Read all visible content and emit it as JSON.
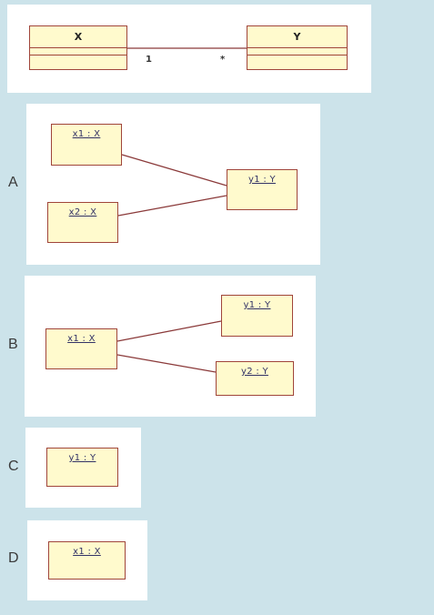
{
  "class_diagram": {
    "class_x": {
      "name": "X"
    },
    "class_y": {
      "name": "Y"
    },
    "multiplicity_left": "1",
    "multiplicity_right": "*"
  },
  "options": [
    {
      "letter": "A",
      "objects": [
        "x1 : X",
        "x2 : X",
        "y1 : Y"
      ]
    },
    {
      "letter": "B",
      "objects": [
        "x1 : X",
        "y1 : Y",
        "y2 : Y"
      ]
    },
    {
      "letter": "C",
      "objects": [
        "y1 : Y"
      ]
    },
    {
      "letter": "D",
      "objects": [
        "x1 : X"
      ]
    }
  ],
  "colors": {
    "background": "#cce3ea",
    "box_fill": "#fffacd",
    "box_border": "#a0453a",
    "link": "#8b3a3a"
  }
}
